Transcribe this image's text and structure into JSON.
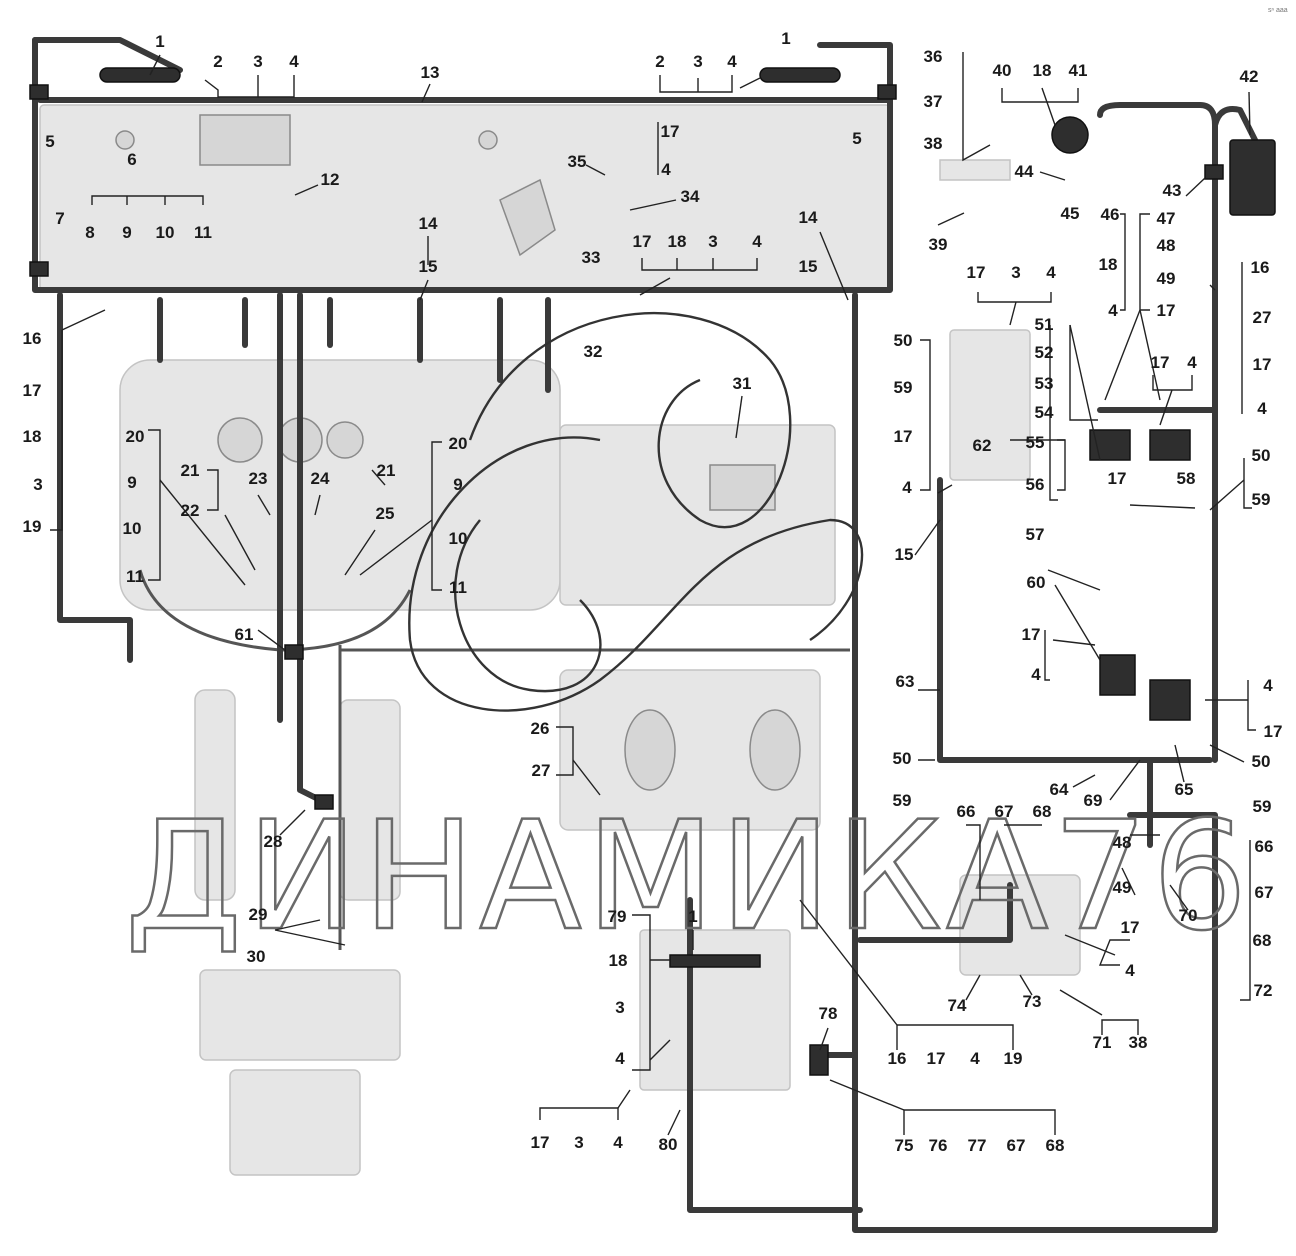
{
  "watermark": {
    "text": "ДИНАМИКА76"
  },
  "corner_mark": {
    "text": "sⁿ aaa"
  },
  "labels": [
    {
      "text": "1"
    },
    {
      "text": "2"
    },
    {
      "text": "3"
    },
    {
      "text": "4"
    },
    {
      "text": "1"
    },
    {
      "text": "2"
    },
    {
      "text": "3"
    },
    {
      "text": "4"
    },
    {
      "text": "13"
    },
    {
      "text": "5"
    },
    {
      "text": "6"
    },
    {
      "text": "5"
    },
    {
      "text": "7"
    },
    {
      "text": "8"
    },
    {
      "text": "9"
    },
    {
      "text": "10"
    },
    {
      "text": "11"
    },
    {
      "text": "12"
    },
    {
      "text": "17"
    },
    {
      "text": "35"
    },
    {
      "text": "4"
    },
    {
      "text": "34"
    },
    {
      "text": "14"
    },
    {
      "text": "15"
    },
    {
      "text": "14"
    },
    {
      "text": "15"
    },
    {
      "text": "17"
    },
    {
      "text": "18"
    },
    {
      "text": "3"
    },
    {
      "text": "4"
    },
    {
      "text": "33"
    },
    {
      "text": "32"
    },
    {
      "text": "36"
    },
    {
      "text": "37"
    },
    {
      "text": "38"
    },
    {
      "text": "40"
    },
    {
      "text": "18"
    },
    {
      "text": "41"
    },
    {
      "text": "42"
    },
    {
      "text": "44"
    },
    {
      "text": "45"
    },
    {
      "text": "43"
    },
    {
      "text": "39"
    },
    {
      "text": "46"
    },
    {
      "text": "47"
    },
    {
      "text": "48"
    },
    {
      "text": "18"
    },
    {
      "text": "49"
    },
    {
      "text": "4"
    },
    {
      "text": "17"
    },
    {
      "text": "16"
    },
    {
      "text": "27"
    },
    {
      "text": "17"
    },
    {
      "text": "4"
    },
    {
      "text": "17"
    },
    {
      "text": "3"
    },
    {
      "text": "4"
    },
    {
      "text": "51"
    },
    {
      "text": "52"
    },
    {
      "text": "53"
    },
    {
      "text": "54"
    },
    {
      "text": "17"
    },
    {
      "text": "4"
    },
    {
      "text": "58"
    },
    {
      "text": "17"
    },
    {
      "text": "16"
    },
    {
      "text": "17"
    },
    {
      "text": "18"
    },
    {
      "text": "3"
    },
    {
      "text": "19"
    },
    {
      "text": "20"
    },
    {
      "text": "9"
    },
    {
      "text": "10"
    },
    {
      "text": "11"
    },
    {
      "text": "21"
    },
    {
      "text": "22"
    },
    {
      "text": "23"
    },
    {
      "text": "24"
    },
    {
      "text": "21"
    },
    {
      "text": "25"
    },
    {
      "text": "20"
    },
    {
      "text": "9"
    },
    {
      "text": "10"
    },
    {
      "text": "11"
    },
    {
      "text": "31"
    },
    {
      "text": "61"
    },
    {
      "text": "50"
    },
    {
      "text": "59"
    },
    {
      "text": "17"
    },
    {
      "text": "4"
    },
    {
      "text": "15"
    },
    {
      "text": "62"
    },
    {
      "text": "55"
    },
    {
      "text": "56"
    },
    {
      "text": "57"
    },
    {
      "text": "60"
    },
    {
      "text": "17"
    },
    {
      "text": "4"
    },
    {
      "text": "63"
    },
    {
      "text": "50"
    },
    {
      "text": "59"
    },
    {
      "text": "4"
    },
    {
      "text": "17"
    },
    {
      "text": "50"
    },
    {
      "text": "59"
    },
    {
      "text": "50"
    },
    {
      "text": "59"
    },
    {
      "text": "64"
    },
    {
      "text": "69"
    },
    {
      "text": "65"
    },
    {
      "text": "26"
    },
    {
      "text": "27"
    },
    {
      "text": "28"
    },
    {
      "text": "29"
    },
    {
      "text": "30"
    },
    {
      "text": "66"
    },
    {
      "text": "67"
    },
    {
      "text": "68"
    },
    {
      "text": "48"
    },
    {
      "text": "49"
    },
    {
      "text": "66"
    },
    {
      "text": "67"
    },
    {
      "text": "70"
    },
    {
      "text": "17"
    },
    {
      "text": "68"
    },
    {
      "text": "4"
    },
    {
      "text": "72"
    },
    {
      "text": "74"
    },
    {
      "text": "73"
    },
    {
      "text": "71"
    },
    {
      "text": "38"
    },
    {
      "text": "79"
    },
    {
      "text": "1"
    },
    {
      "text": "18"
    },
    {
      "text": "3"
    },
    {
      "text": "4"
    },
    {
      "text": "78"
    },
    {
      "text": "16"
    },
    {
      "text": "17"
    },
    {
      "text": "4"
    },
    {
      "text": "19"
    },
    {
      "text": "17"
    },
    {
      "text": "3"
    },
    {
      "text": "4"
    },
    {
      "text": "80"
    },
    {
      "text": "75"
    },
    {
      "text": "76"
    },
    {
      "text": "77"
    },
    {
      "text": "67"
    },
    {
      "text": "68"
    }
  ]
}
